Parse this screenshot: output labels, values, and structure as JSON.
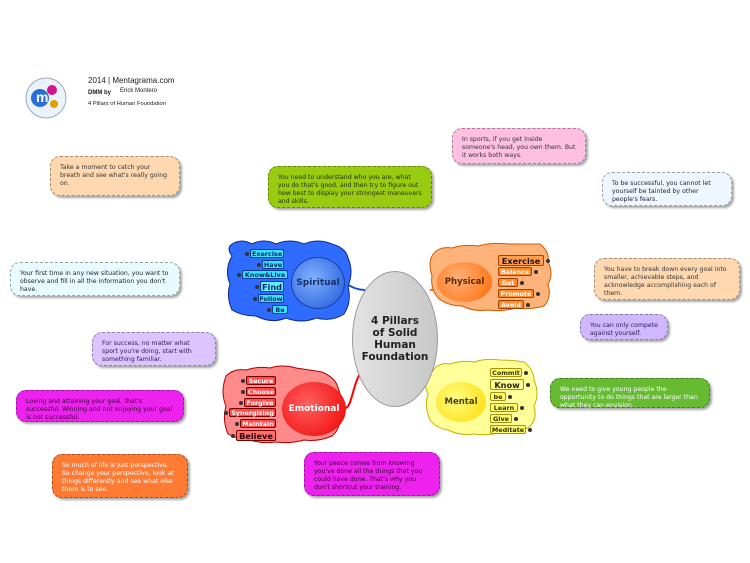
{
  "header": {
    "year_site": "2014 | Mentagrama.com",
    "dmm_by": "DMM by",
    "author": "Erick Montero",
    "subtitle": "4 Pillars of Human Foundation",
    "logo_letter": "m"
  },
  "center": {
    "title_lines": [
      "4 Pillars",
      "of Solid",
      "Human",
      "Foundation"
    ]
  },
  "branches": {
    "spiritual": {
      "label": "Spiritual",
      "color": "#1a4fd6",
      "items": [
        "Exercise",
        "Have",
        "Know&Live",
        "Find",
        "Follow",
        "Be"
      ]
    },
    "physical": {
      "label": "Physical",
      "color": "#ff6a00",
      "items": [
        "Exercise",
        "Balance",
        "Get",
        "Promote",
        "Avoid"
      ]
    },
    "emotional": {
      "label": "Emotional",
      "color": "#ff0000",
      "items": [
        "Secure",
        "Choose",
        "Forgive",
        "Synergizing",
        "Maintain",
        "Believe"
      ]
    },
    "mental": {
      "label": "Mental",
      "color": "#ffd800",
      "items": [
        "Commit",
        "Know",
        "be",
        "Learn",
        "Give",
        "Meditate"
      ]
    }
  },
  "notes": [
    "Take a moment to catch your breath and see what's really going on.",
    "You need to understand who you are, what you do that's good, and then try to figure out how best to display your strongest maneuvers and skills.",
    "In sports, if you get inside someone's head, you own them. But it works both ways.",
    "To be successful, you cannot let yourself be tainted by other people's fears.",
    "Your first time in any new situation, you want to observe and fill in all the information you don't have.",
    "You have to break down every goal into smaller, achievable steps, and acknowledge accomplishing each of them.",
    "You can only compete against yourself.",
    "For success, no matter what sport you're doing, start with something familiar.",
    "We need to give young people the opportunity to do things that are larger than what they can envision.",
    "Loving and attaining your goal, that's successful. Winning and not enjoying your goal is not successful.",
    "So much of life is just perspective. So change your perspective, look at things differently and see what else there is to see.",
    "Your peace comes from knowing you've done all the things that you could have done. That's why you don't shortcut your training."
  ]
}
